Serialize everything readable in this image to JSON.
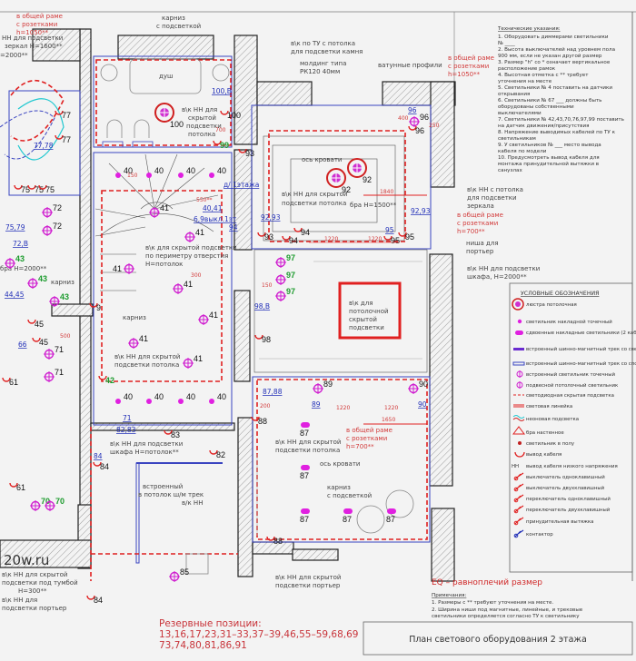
{
  "title": "План светового оборудования 2 этажа",
  "watermark": "20w.ru",
  "tech_notes": {
    "header": "Технические указания:",
    "items": [
      "1.  Оборудовать диммерами светильники",
      "     № ____",
      "2.  Высота выключателей над уровнем пола",
      "     900 мм, если не указан другой размер",
      "3.  Размер \"h\" со * означает вертикальное",
      "     расположение рамок",
      "4.  Высотная отметка с ** требует",
      "     уточнения на месте",
      "5.  Светильники № 4 поставить на датчики",
      "     открывания",
      "6.  Светильники № 67 ___ должны быть",
      "     оборудованы собственными",
      "     выключателями",
      "7.  Светильники № 42,43,70,76,97,99 поставить",
      "     на датчик движения/присутствия",
      "8.  Напряжение выводимых кабелей по ТУ к",
      "     светильникам",
      "9.  У светильников № ___ место вывода",
      "     кабеля по модели",
      "10. Предусмотреть вывод кабеля для",
      "     монтажа принудительной вытяжки в",
      "     санузлах"
    ]
  },
  "legend": {
    "title": "УСЛОВНЫЕ ОБОЗНАЧЕНИЯ",
    "items": [
      {
        "icon": "chandelier-icon",
        "label": "люстра потолочная"
      },
      {
        "icon": "surface-spot-icon",
        "label": "светильник накладной точечный"
      },
      {
        "icon": "double-spot-icon",
        "label": "сдвоенные накладные светильники (2 кабеля)"
      },
      {
        "icon": "magnetic-track-lights-icon",
        "label": "встроенный шинно-магнитный трек со светильниками"
      },
      {
        "icon": "magnetic-track-spots-icon",
        "label": "встроенный шинно-магнитный трек со спотами"
      },
      {
        "icon": "recessed-spot-icon",
        "label": "встроенный светильник точечный"
      },
      {
        "icon": "pendant-icon",
        "label": "подвесной потолочный светильник"
      },
      {
        "icon": "led-hidden-icon",
        "label": "светодиодная скрытая подсветка"
      },
      {
        "icon": "light-line-icon",
        "label": "световая линейка"
      },
      {
        "icon": "neon-icon",
        "label": "неоновая подсветка"
      },
      {
        "icon": "wall-sconce-icon",
        "label": "бра настенное"
      },
      {
        "icon": "floor-light-icon",
        "label": "светильник в полу"
      },
      {
        "icon": "cable-outlet-icon",
        "label": "вывод кабеля"
      },
      {
        "icon": "low-voltage-icon",
        "label": "вывод кабеля низкого напряжения",
        "prefix": "НН"
      },
      {
        "icon": "switch-single-icon",
        "label": "выключатель одноклавишный"
      },
      {
        "icon": "switch-double-icon",
        "label": "выключатель двухклавишный"
      },
      {
        "icon": "toggle-single-icon",
        "label": "переключатель одноклавишный"
      },
      {
        "icon": "toggle-double-icon",
        "label": "переключатель двухклавишный"
      },
      {
        "icon": "exhaust-fan-icon",
        "label": "принудительная вытяжка"
      },
      {
        "icon": "contactor-icon",
        "label": "контактор"
      }
    ]
  },
  "eq_note": "EQ – равноплечий размер",
  "remarks": {
    "header": "Примечания:",
    "items": [
      "1. Размеры с ** требуют уточнения на месте.",
      "2. Ширина ниши под магнитные, линейные, и трековые",
      "светильники определяется согласно ТУ к светильнику"
    ]
  },
  "reserve": {
    "label": "Резервные позиции:",
    "line1": "13,16,17,23,31–33,37–39,46,55–59,68,69",
    "line2": "73,74,80,81,86,91"
  },
  "annotations": [
    "карниз",
    "с подсветкой",
    "в\\к по ТУ с потолка",
    "для подсветки камня",
    "молдинг типа",
    "РК120 40мм",
    "ватунные профили",
    "в общей раме",
    "с розетками",
    "h=1050**",
    "в\\к НН для",
    "скрытой",
    "подсветки",
    "потолка",
    "ось кровати",
    "в\\к НН для скрытой",
    "подсветки потолка",
    "бра H=1500**",
    "в\\к НН с потолка",
    "для подсветки",
    "зеркала",
    "в общей раме",
    "с розетками",
    "h=700**",
    "ниша для",
    "портьер",
    "в\\к НН для подсветки",
    "шкафа, H=2000**",
    "в\\к для скрытой подсветки",
    "по периметру отверстия",
    "H=потолок",
    "карниз",
    "в\\к НН для скрытой",
    "подсветки потолка",
    "в\\к для",
    "потолочной",
    "скрытой",
    "подсветки",
    "в\\к НН для скрытой",
    "подсветки потолка",
    "в общей раме",
    "с розетками",
    "h=700**",
    "ось кровати",
    "карниз",
    "с подсветкой",
    "в\\к НН для подсветки",
    "шкафа H=потолок**",
    "встроенный",
    "в потолок ш/м трек",
    "в/к НН",
    "в\\к НН для скрытой",
    "подсветки портьер",
    "в общей раме",
    "с розетками",
    "h=1050**",
    "НН для подсветки",
    "зеркал H=1600**",
    "=2000**",
    "бра H=2000**",
    "карниз",
    "в\\к НН для скрытой",
    "подсветки под тумбой",
    "H=300**",
    "в\\к НН для",
    "подсветки портьер",
    "душ"
  ],
  "fixtures": [
    "100",
    "40",
    "40",
    "40",
    "40",
    "41",
    "41",
    "41",
    "41",
    "41",
    "41",
    "41",
    "40",
    "40",
    "40",
    "40",
    "92",
    "92",
    "97",
    "97",
    "97",
    "87",
    "87",
    "87",
    "87",
    "87",
    "89",
    "90",
    "85",
    "72",
    "72",
    "43",
    "43",
    "43",
    "71",
    "71",
    "70",
    "70",
    "96"
  ],
  "point_labels": [
    "93",
    "93",
    "94",
    "94",
    "95",
    "95",
    "96",
    "98",
    "88",
    "88",
    "83",
    "82",
    "84",
    "84",
    "9",
    "61",
    "61",
    "45",
    "45",
    "75",
    "75",
    "75",
    "77",
    "77",
    "100",
    "99",
    "42"
  ],
  "circuit_labels": [
    "100,В",
    "40,41",
    "6,9выкл.1эт",
    "д/ 1этажа",
    "92,93",
    "94",
    "95",
    "92,93",
    "96",
    "98,В",
    "87,88",
    "89",
    "90",
    "82,83",
    "84",
    "75,79",
    "77,78",
    "72,В",
    "44,45",
    "71",
    "66"
  ],
  "dimensions": [
    "1840",
    "1220",
    "1220",
    "1650",
    "1220",
    "1220",
    "150",
    "700",
    "400",
    "250",
    "550**",
    "200",
    "500",
    "150",
    "300"
  ]
}
